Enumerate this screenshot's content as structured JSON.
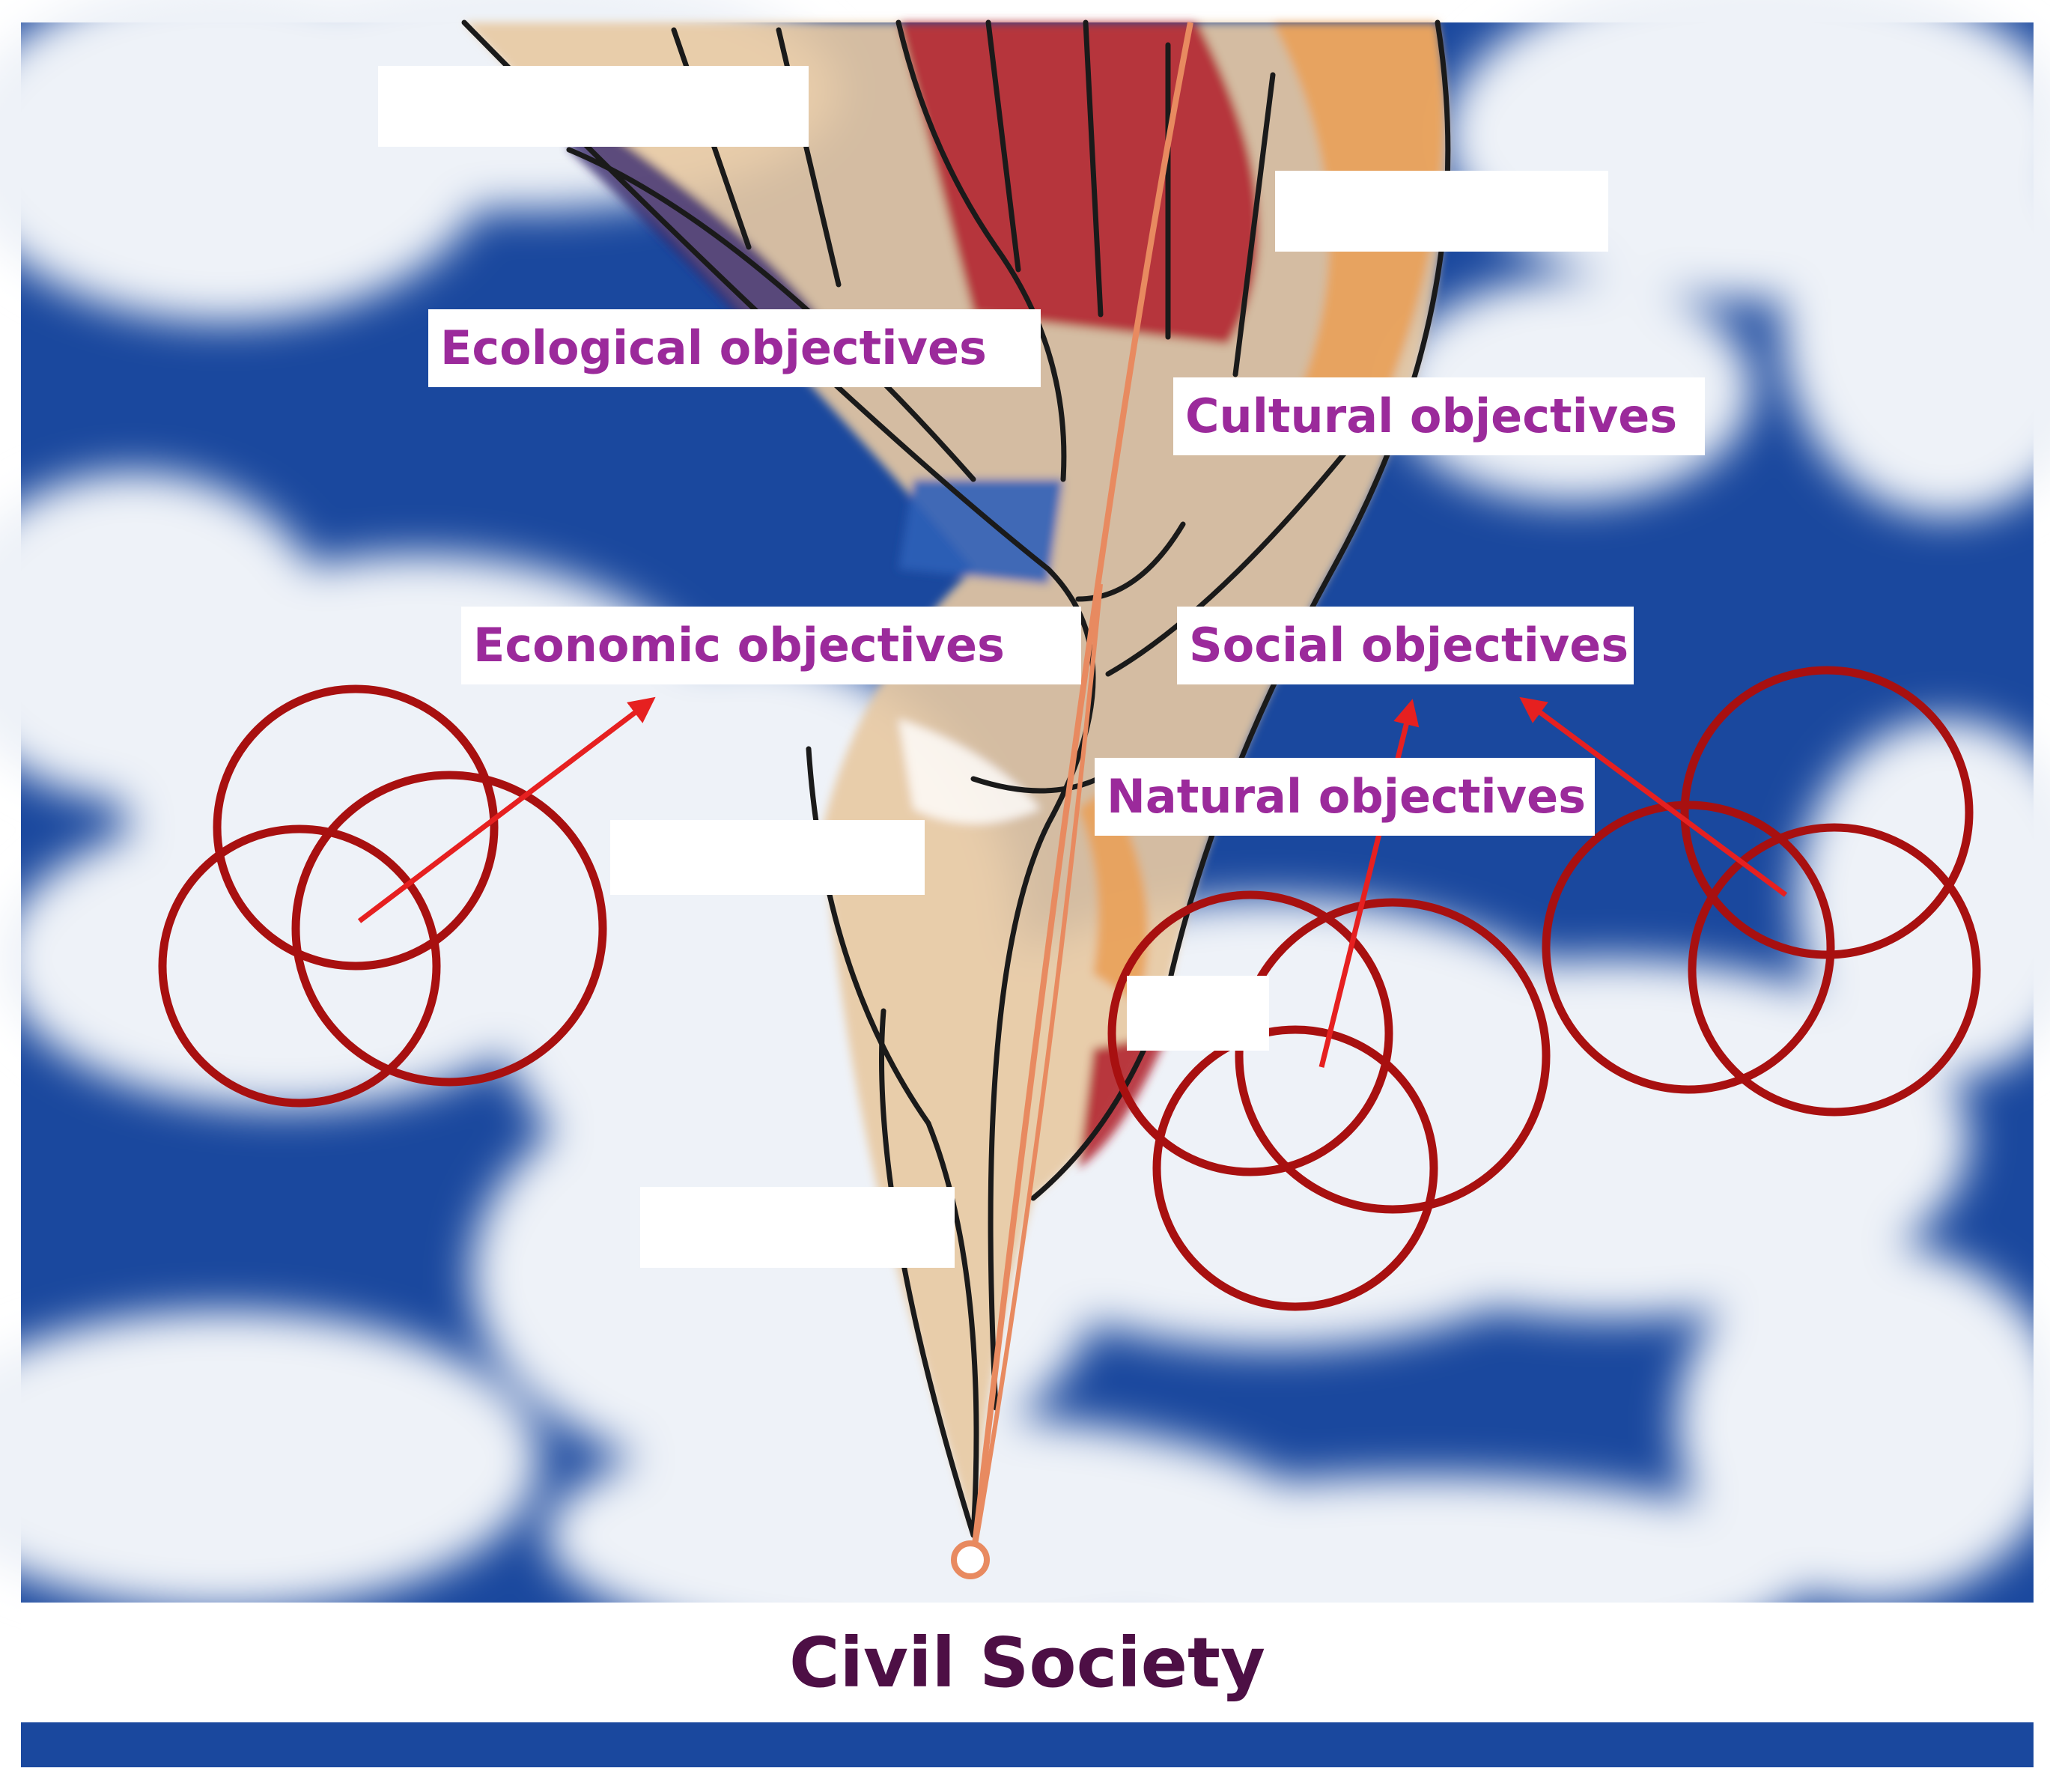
{
  "labels": {
    "ecological": "Ecological objectives",
    "cultural": "Cultural objectives",
    "economic": "Economic objectives",
    "social": "Social objectives",
    "natural": "Natural objectives",
    "footer": "Civil Society"
  },
  "colors": {
    "label_text": "#9b2a9b",
    "footer_text": "#4d0f45",
    "ring": "#a81010",
    "arrow": "#e62020",
    "sky": "#1f4fa8",
    "cloud": "#eef2f8",
    "rope": "#e88a60"
  },
  "icons": {
    "anchor": "anchor-circle-icon"
  }
}
